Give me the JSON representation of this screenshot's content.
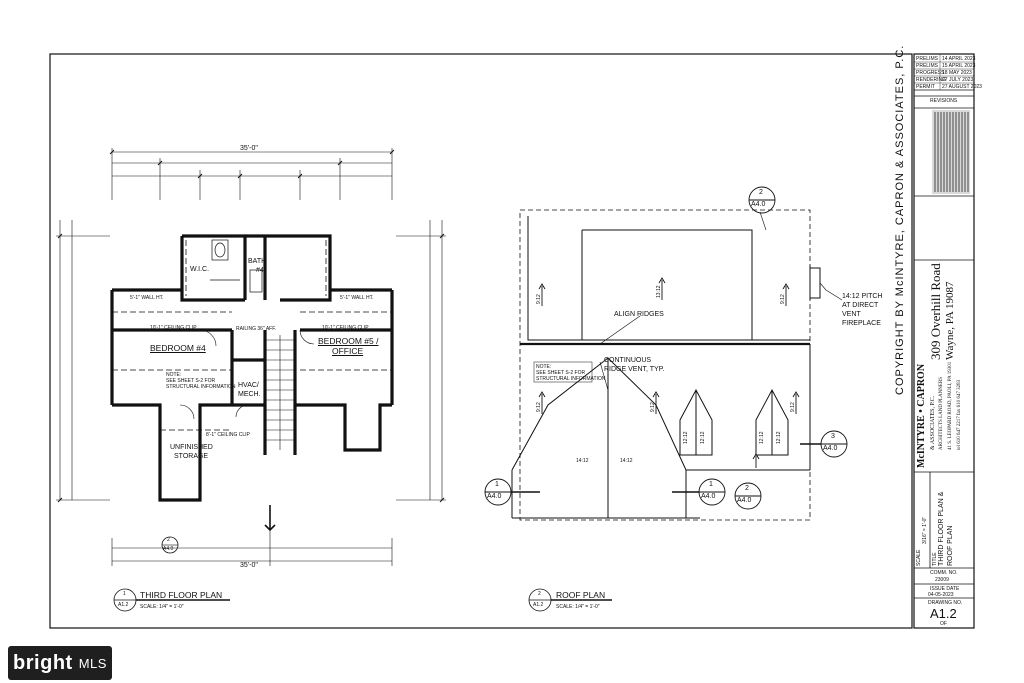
{
  "sheet": {
    "copyright": "COPYRIGHT BY McINTYRE, CAPRON & ASSOCIATES, P.C.",
    "address_line1": "309 Overhill Road",
    "address_line2": "Wayne, PA 19087",
    "firm_name": "McINTYRE • CAPRON",
    "firm_sub": "& ASSOCIATES, P.C.",
    "firm_tag": "ARCHITECTS  LAND PLANNERS",
    "firm_addr": "41 S. LEOPARD ROAD, PAOLI, PA 19301",
    "firm_phone": "tel 610 647 2217 fax 610 647 3283",
    "scale_label": "SCALE",
    "scale_value": "3/16\" = 1'-0\"",
    "title_label": "TITLE",
    "title_line1": "THIRD FLOOR PLAN &",
    "title_line2": "ROOF PLAN",
    "comm_label": "COMM. NO.",
    "comm_no": "23009",
    "issue_label": "ISSUE DATE",
    "issue_date": "04-05-2023",
    "drawing_label": "DRAWING NO.",
    "drawing_no": "A1.2",
    "drawing_of": "OF",
    "revisions_label": "REVISIONS",
    "issues": [
      {
        "name": "PRELIMS",
        "date": "14 APRIL 2023"
      },
      {
        "name": "PRELIMS",
        "date": "15 APRIL 2023"
      },
      {
        "name": "PROGRESS",
        "date": "18 MAY 2023"
      },
      {
        "name": "RENDERING",
        "date": "27 JULY 2023"
      },
      {
        "name": "PERMIT",
        "date": "27 AUGUST 2023"
      }
    ]
  },
  "third_floor": {
    "title": "THIRD FLOOR PLAN",
    "scale": "SCALE:  1/4\" = 1'-0\"",
    "ref_no": "1",
    "ref_sheet": "A1.2",
    "overall_dim": "35'-0\"",
    "rooms": {
      "wic": "W.I.C.",
      "bath": "BATH",
      "bath_no": "#4",
      "bed4": "BEDROOM #4",
      "bed5a": "BEDROOM #5 /",
      "bed5b": "OFFICE",
      "hvac_a": "HVAC/",
      "hvac_b": "MECH.",
      "storage_a": "UNFINISHED",
      "storage_b": "STORAGE"
    },
    "notes": {
      "clip_a": "10'-1\" CEILING CLIP",
      "clip_b": "10'-1\" CEILING CLIP",
      "clip_c": "8'-1\" CEILING CLIP",
      "wall_a": "5'-1\" WALL HT.",
      "wall_b": "5'-1\" WALL HT.",
      "railing": "RAILING 36\" AFF.",
      "note_head": "NOTE:",
      "note_body1": "SEE SHEET S-2 FOR",
      "note_body2": "STRUCTURAL INFORMATION"
    },
    "section_tag_no": "2",
    "section_tag_sheet": "A4.0"
  },
  "roof": {
    "title": "ROOF PLAN",
    "scale": "SCALE:  1/4\" = 1'-0\"",
    "ref_no": "2",
    "ref_sheet": "A1.2",
    "align_ridges": "ALIGN RIDGES",
    "continuous1": "CONTINUOUS",
    "continuous2": "RIDGE VENT, TYP.",
    "pitch1": "14:12 PITCH",
    "pitch2": "AT DIRECT",
    "pitch3": "VENT",
    "pitch4": "FIREPLACE",
    "note_head": "NOTE:",
    "note_body1": "SEE SHEET S-2 FOR",
    "note_body2": "STRUCTURAL INFORMATION",
    "slopes": [
      "9:12",
      "13:12",
      "9:12",
      "9:12",
      "9:12",
      "14:12",
      "14:12",
      "9:12",
      "12:12",
      "12:12",
      "12:12",
      "12:12",
      "9:12"
    ],
    "tags": [
      {
        "no": "2",
        "sheet": "A4.0"
      },
      {
        "no": "3",
        "sheet": "A4.0"
      },
      {
        "no": "1",
        "sheet": "A4.0"
      },
      {
        "no": "1",
        "sheet": "A4.0"
      },
      {
        "no": "2",
        "sheet": "A4.0"
      }
    ]
  },
  "watermark": {
    "brand": "bright",
    "mls": "MLS"
  }
}
